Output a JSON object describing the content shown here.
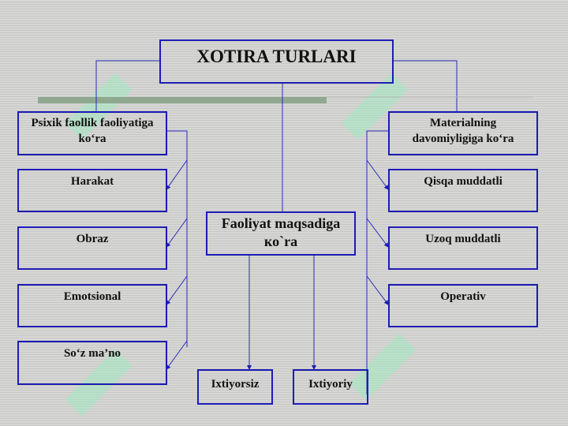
{
  "title": "XOTIRA TURLARI",
  "left": {
    "header": "Psixik faollik faoliyatiga ko‘ra",
    "items": [
      "Harakat",
      "Obraz",
      "Emotsional",
      "So‘z ma’no"
    ]
  },
  "right": {
    "header": "Materialning davomiyligiga ko‘ra",
    "items": [
      "Qisqa muddatli",
      "Uzoq muddatli",
      "Operativ"
    ]
  },
  "center": {
    "header": "Faoliyat maqsadiga кo`ra",
    "items": [
      "Ixtiyorsiz",
      "Ixtiyoriy"
    ]
  },
  "colors": {
    "border": "#1c1cb4",
    "accent_bar": "#8fa88f"
  }
}
